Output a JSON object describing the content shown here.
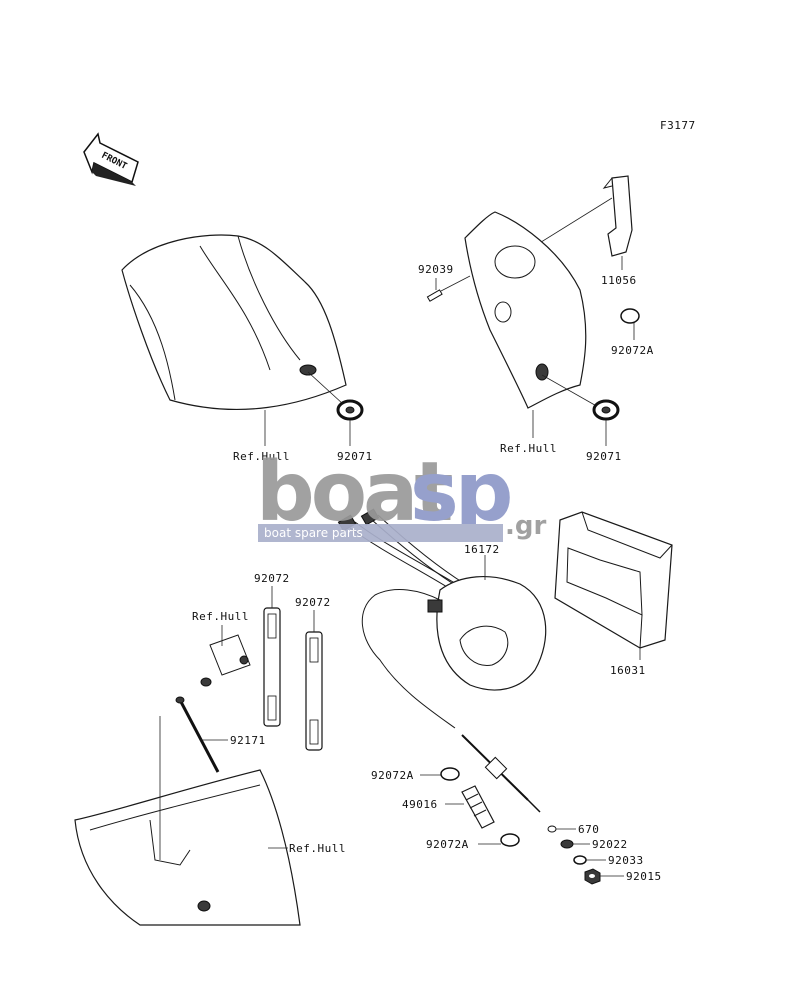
{
  "figure_code": "F3177",
  "front_arrow_label": "FRONT",
  "labels": {
    "l_11056": "11056",
    "l_92039": "92039",
    "l_92072A_top": "92072A",
    "l_refhull_top_left": "Ref.Hull",
    "l_92071_left": "92071",
    "l_refhull_top_right": "Ref.Hull",
    "l_92071_right": "92071",
    "l_16172": "16172",
    "l_16031": "16031",
    "l_92072_a": "92072",
    "l_92072_b": "92072",
    "l_refhull_mid": "Ref.Hull",
    "l_92171": "92171",
    "l_92072A_mid": "92072A",
    "l_49016": "49016",
    "l_92072A_low": "92072A",
    "l_670": "670",
    "l_92022": "92022",
    "l_92033": "92033",
    "l_92015": "92015",
    "l_refhull_bottom": "Ref.Hull"
  },
  "watermark": {
    "brand_left": "boat",
    "brand_right": "sp",
    "tld": ".gr",
    "tagline": "boat spare parts",
    "colors": {
      "grey": "#9a9a9a",
      "blue": "#8e98c8",
      "band": "#aab0cc"
    }
  }
}
